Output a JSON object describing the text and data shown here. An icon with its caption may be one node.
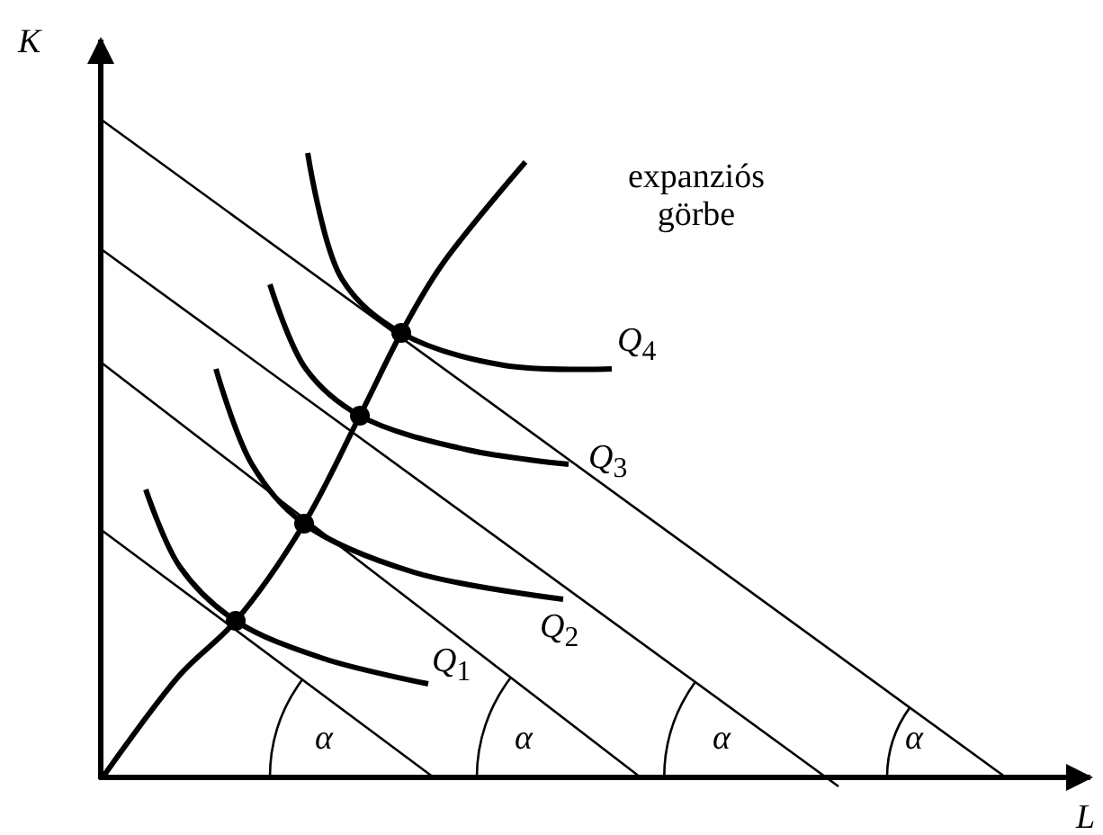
{
  "diagram": {
    "labels": [
      "K",
      "expanziós görbe",
      "*Q*$_{4}$",
      "*Q*$_{3}$",
      "*Q*$_{2}$",
      "*Q*$_{1}$",
      "α",
      "α",
      "α",
      "α",
      "L"
    ]
  }
}
